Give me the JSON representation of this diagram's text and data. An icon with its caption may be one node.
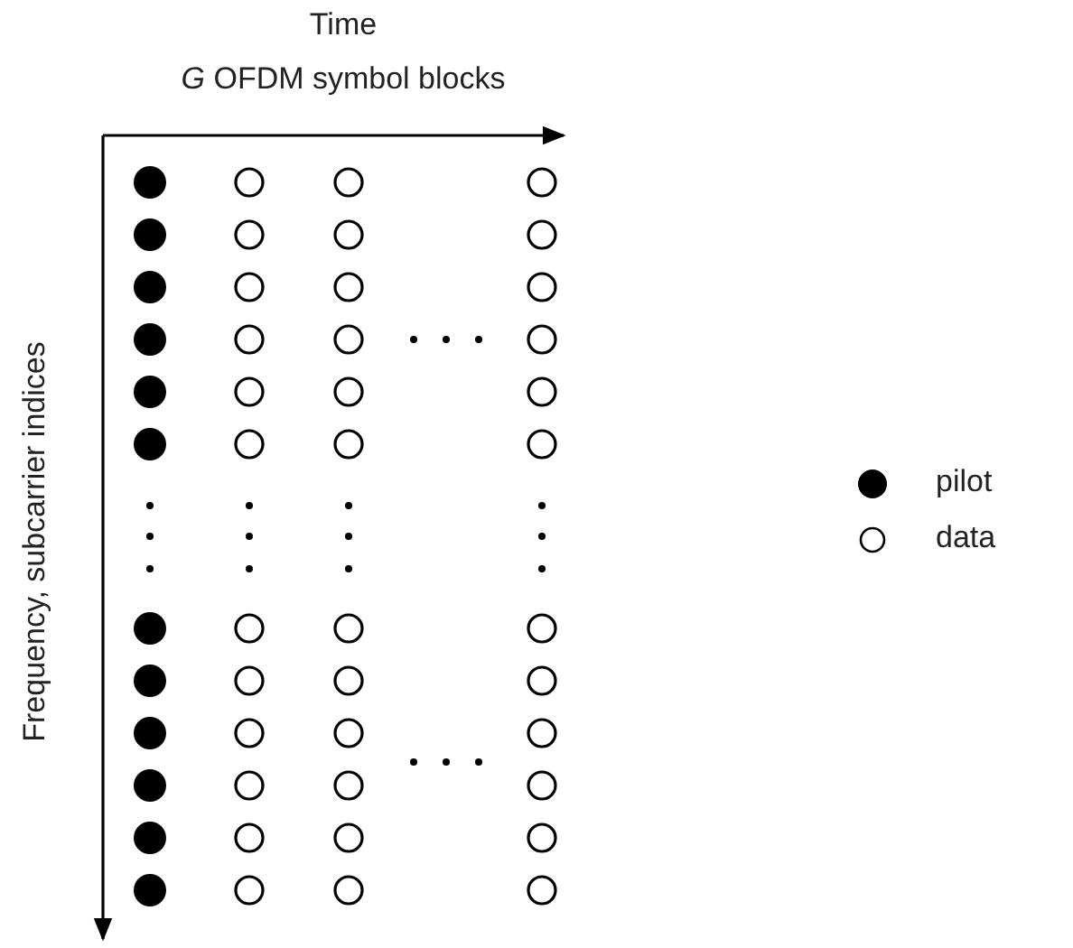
{
  "diagram": {
    "labels": [
      "Time",
      "*G* OFDM symbol blocks",
      "Frequency, subcarrier indices"
    ],
    "legend": [
      {
        "text": "pilot"
      },
      {
        "text": "data"
      }
    ]
  }
}
